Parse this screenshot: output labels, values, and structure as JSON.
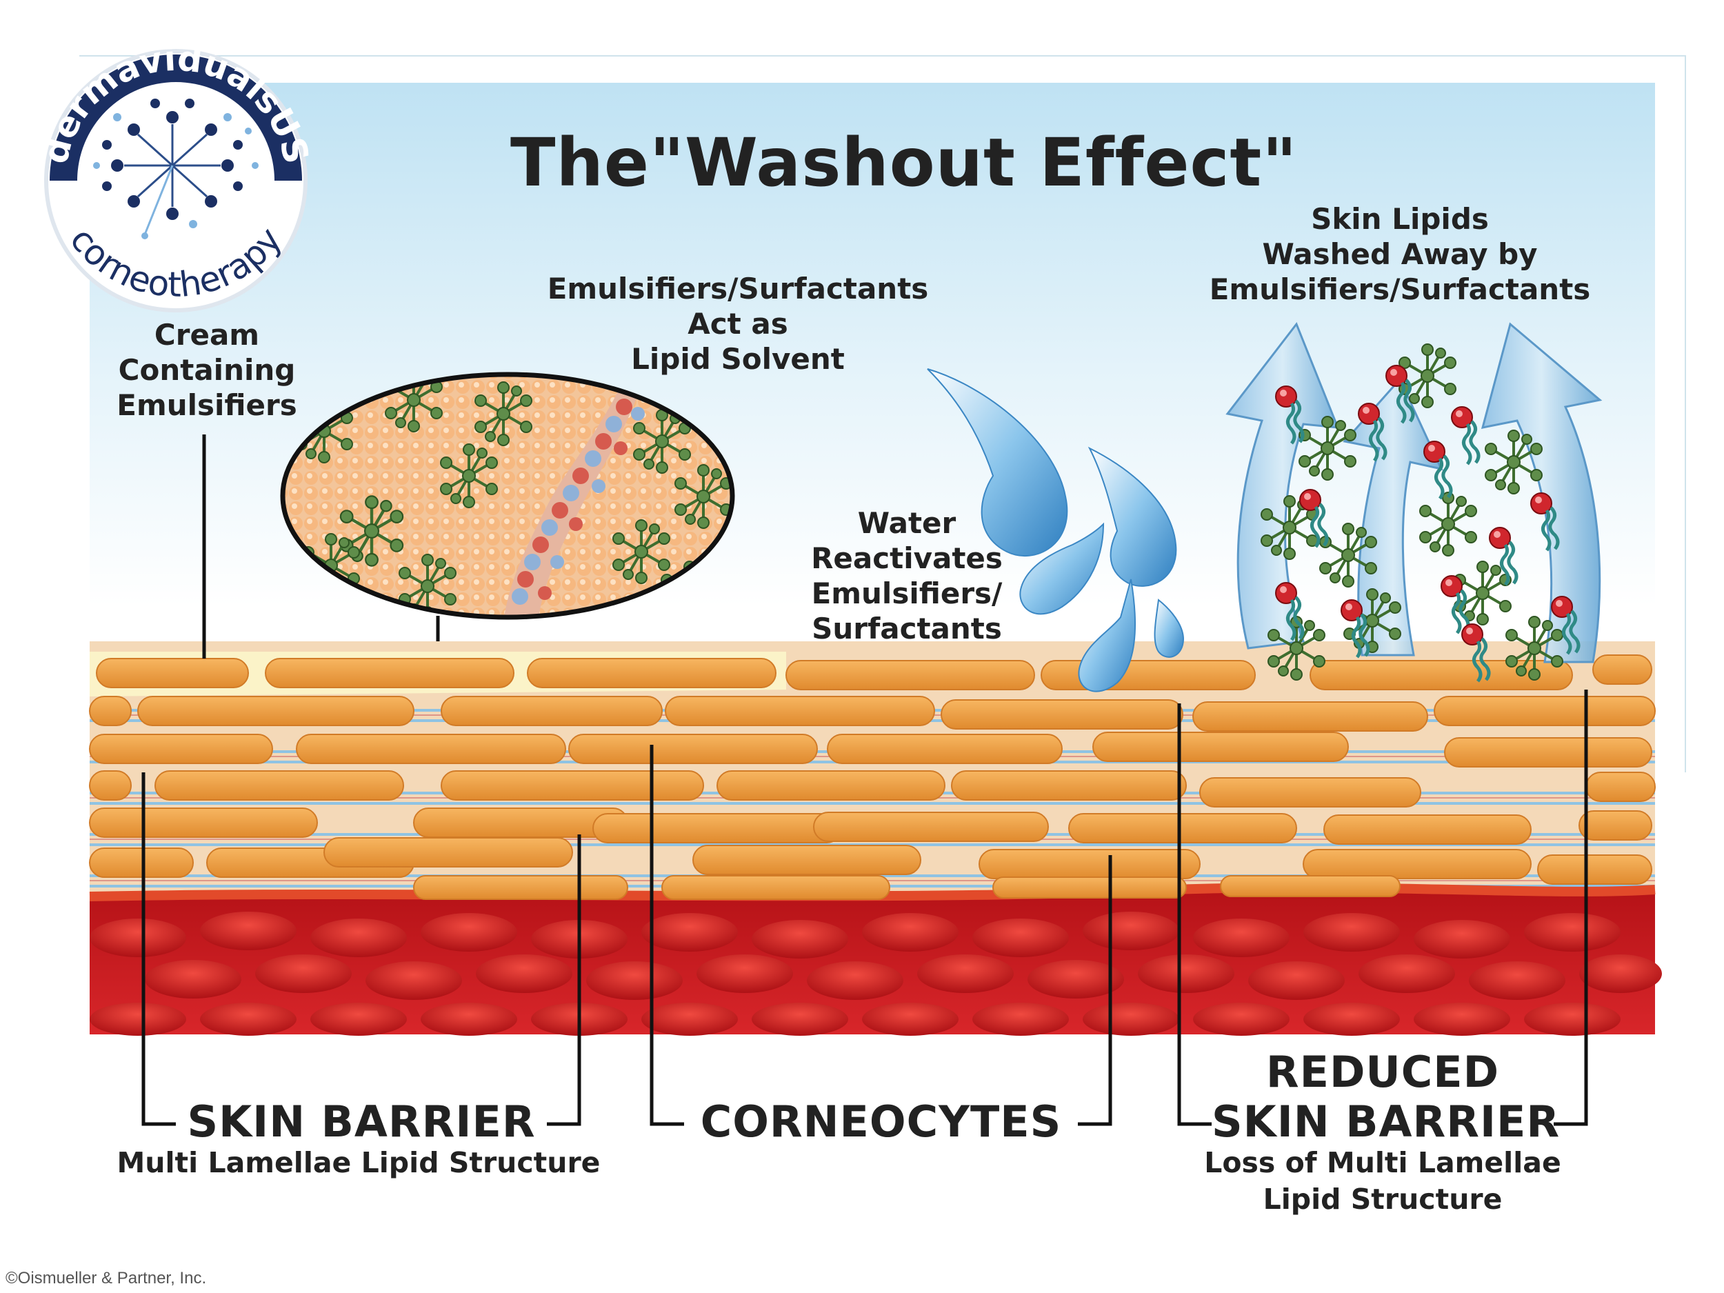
{
  "logo": {
    "brand": "dermavidualsUS",
    "tagline": "corneotherapy"
  },
  "title": "The\"Washout Effect\"",
  "labels": {
    "cream": [
      "Cream",
      "Containing",
      "Emulsifiers"
    ],
    "solvent": [
      "Emulsifiers/Surfactants",
      "Act as",
      "Lipid Solvent"
    ],
    "water": [
      "Water",
      "Reactivates",
      "Emulsifiers/",
      "Surfactants"
    ],
    "washed": [
      "Skin Lipids",
      "Washed Away by",
      "Emulsifiers/Surfactants"
    ]
  },
  "bottom": {
    "skin_barrier": "SKIN BARRIER",
    "skin_barrier_sub": "Multi Lamellae Lipid Structure",
    "corneocytes": "CORNEOCYTES",
    "reduced_line1": "REDUCED",
    "reduced_line2": "SKIN BARRIER",
    "reduced_sub1": "Loss of Multi Lamellae",
    "reduced_sub2": "Lipid Structure"
  },
  "copyright": "©Oismueller & Partner, Inc.",
  "colors": {
    "corneocyte": "#eea04a",
    "lipid_lines": "#8fc3e3",
    "tissue": "#c8171c",
    "logo_navy": "#1b2f63",
    "water": "#5aa8dc"
  }
}
